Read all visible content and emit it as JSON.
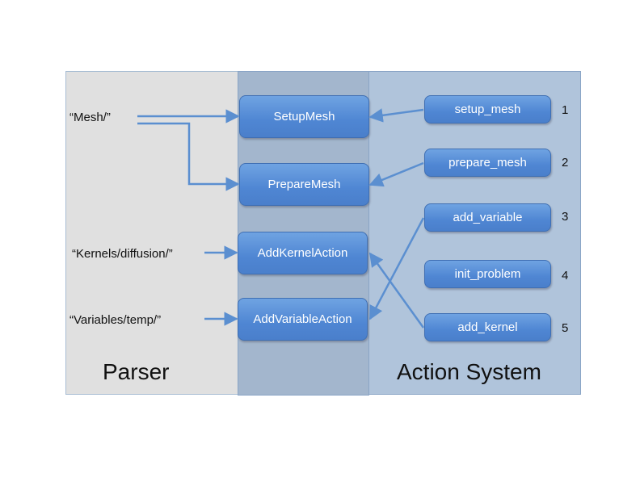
{
  "panels": {
    "parser": "Parser",
    "action_system": "Action System"
  },
  "inputs": {
    "mesh": "“Mesh/”",
    "kernels": "“Kernels/diffusion/”",
    "variables": "“Variables/temp/”"
  },
  "middle_actions": {
    "setup_mesh": "SetupMesh",
    "prepare_mesh": "PrepareMesh",
    "add_kernel_action": "AddKernelAction",
    "add_variable_action": "AddVariableAction"
  },
  "system_actions": [
    {
      "label": "setup_mesh",
      "order": "1"
    },
    {
      "label": "prepare_mesh",
      "order": "2"
    },
    {
      "label": "add_variable",
      "order": "3"
    },
    {
      "label": "init_problem",
      "order": "4"
    },
    {
      "label": "add_kernel",
      "order": "5"
    }
  ],
  "colors": {
    "arrow": "#5b8fd0",
    "box": "#4f86d3"
  }
}
